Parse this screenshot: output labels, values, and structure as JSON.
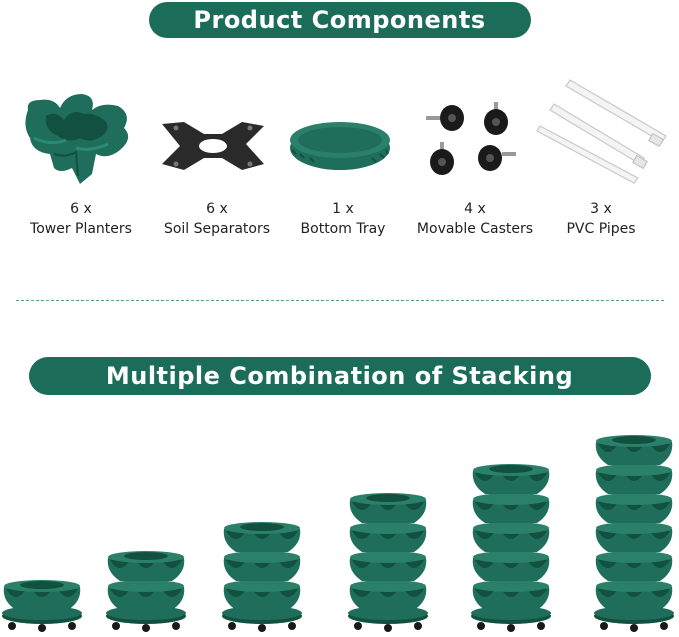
{
  "colors": {
    "brand": "#1b6d5a",
    "planter": "#1e6e5b",
    "planter_dark": "#12503f",
    "separator": "#2a2a2a",
    "text": "#222222"
  },
  "header": {
    "title": "Product Components"
  },
  "components": [
    {
      "icon": "tower-planter-icon",
      "qty": "6 x",
      "name": "Tower Planters"
    },
    {
      "icon": "soil-separator-icon",
      "qty": "6 x",
      "name": "Soil Separators"
    },
    {
      "icon": "bottom-tray-icon",
      "qty": "1 x",
      "name": "Bottom Tray"
    },
    {
      "icon": "caster-icon",
      "qty": "4 x",
      "name": "Movable Casters"
    },
    {
      "icon": "pvc-pipe-icon",
      "qty": "3 x",
      "name": "PVC Pipes"
    }
  ],
  "stacking": {
    "title": "Multiple Combination of Stacking",
    "tiers": [
      1,
      2,
      3,
      4,
      5,
      6
    ]
  }
}
